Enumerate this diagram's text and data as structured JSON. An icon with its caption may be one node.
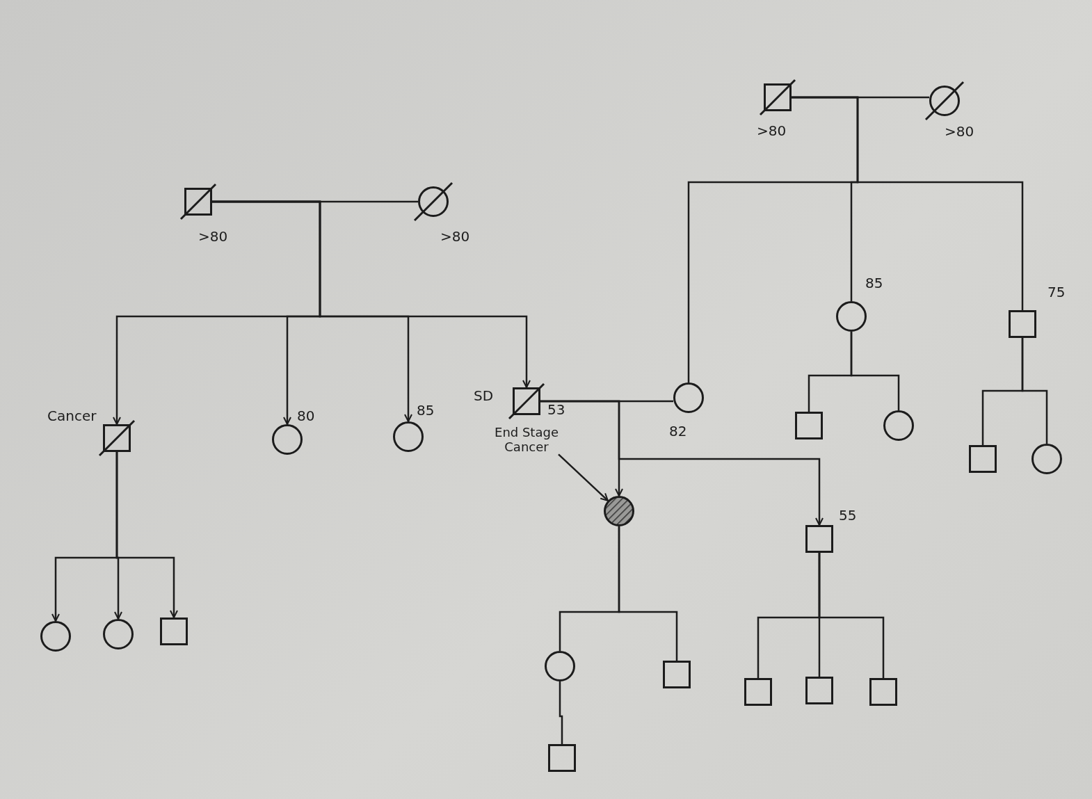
{
  "diagram": {
    "nodes": [
      {
        "text": [],
        "shape": "box",
        "beside": [
          ">80"
        ]
      },
      {
        "text": [],
        "shape": "circle",
        "beside": [
          ">80"
        ]
      },
      {
        "text": [],
        "shape": "box",
        "beside": [
          ">80"
        ]
      },
      {
        "text": [],
        "shape": "circle",
        "beside": [
          ">80"
        ]
      },
      {
        "text": [],
        "shape": "box",
        "beside": [
          "Cancer"
        ]
      },
      {
        "text": [],
        "shape": "circle",
        "beside": [
          "80"
        ]
      },
      {
        "text": [],
        "shape": "circle",
        "beside": [
          "85"
        ]
      },
      {
        "text": [],
        "shape": "box",
        "beside": [
          "SD",
          "53"
        ]
      },
      {
        "text": [],
        "shape": "circle",
        "beside": [
          "82"
        ]
      },
      {
        "text": [],
        "shape": "circle",
        "beside": [
          "85"
        ]
      },
      {
        "text": [],
        "shape": "box",
        "beside": [
          "75"
        ]
      },
      {
        "text": [
          "End Stage Cancer"
        ]
      },
      {
        "text": [],
        "shape": "box"
      },
      {
        "text": [],
        "shape": "circle"
      },
      {
        "text": [],
        "shape": "box"
      },
      {
        "text": [],
        "shape": "circle"
      },
      {
        "text": [],
        "shape": "circle"
      },
      {
        "text": [],
        "shape": "box",
        "beside": [
          "55"
        ]
      },
      {
        "text": [],
        "shape": "circle"
      },
      {
        "text": [],
        "shape": "circle"
      },
      {
        "text": [],
        "shape": "box"
      },
      {
        "text": [],
        "shape": "circle"
      },
      {
        "text": [],
        "shape": "box"
      },
      {
        "text": [],
        "shape": "box"
      },
      {
        "text": [],
        "shape": "box"
      },
      {
        "text": [],
        "shape": "box"
      },
      {
        "text": [],
        "shape": "box"
      }
    ],
    "edges": [
      {
        "from": 0,
        "to": 1,
        "arrow": "none"
      },
      {
        "from": 0,
        "to": 8,
        "arrow": "none"
      },
      {
        "from": 0,
        "to": 9,
        "arrow": "none"
      },
      {
        "from": 0,
        "to": 10,
        "arrow": "none"
      },
      {
        "from": 2,
        "to": 3,
        "arrow": "none"
      },
      {
        "from": 2,
        "to": 4,
        "arrow": "to"
      },
      {
        "from": 2,
        "to": 5,
        "arrow": "to"
      },
      {
        "from": 2,
        "to": 6,
        "arrow": "to"
      },
      {
        "from": 2,
        "to": 7,
        "arrow": "to"
      },
      {
        "from": 7,
        "to": 8,
        "arrow": "none"
      },
      {
        "from": 9,
        "to": 12,
        "arrow": "none"
      },
      {
        "from": 9,
        "to": 13,
        "arrow": "none"
      },
      {
        "from": 10,
        "to": 14,
        "arrow": "none"
      },
      {
        "from": 10,
        "to": 15,
        "arrow": "none"
      },
      {
        "from": 11,
        "to": 16,
        "arrow": "to"
      },
      {
        "from": 7,
        "to": 16,
        "arrow": "to"
      },
      {
        "from": 7,
        "to": 17,
        "arrow": "to"
      },
      {
        "from": 4,
        "to": 18,
        "arrow": "to"
      },
      {
        "from": 4,
        "to": 19,
        "arrow": "to"
      },
      {
        "from": 4,
        "to": 20,
        "arrow": "to"
      },
      {
        "from": 16,
        "to": 21,
        "arrow": "none"
      },
      {
        "from": 16,
        "to": 22,
        "arrow": "none"
      },
      {
        "from": 17,
        "to": 23,
        "arrow": "none"
      },
      {
        "from": 17,
        "to": 24,
        "arrow": "none"
      },
      {
        "from": 17,
        "to": 25,
        "arrow": "none"
      },
      {
        "from": 21,
        "to": 26,
        "arrow": "none"
      }
    ]
  }
}
